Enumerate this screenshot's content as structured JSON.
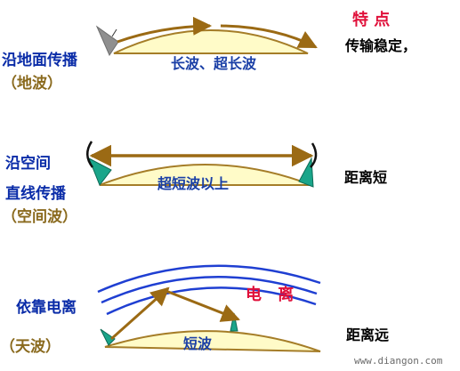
{
  "title": "特 点",
  "rows": [
    {
      "id": "ground",
      "method_lines": [
        "沿地面传播"
      ],
      "bracket_label": "（地波）",
      "wave_label": "长波、超长波",
      "characteristic": "传输稳定，"
    },
    {
      "id": "space",
      "method_lines": [
        "沿空间",
        "直线传播"
      ],
      "bracket_label": "（空间波）",
      "wave_label": "超短波以上",
      "characteristic": "距离短"
    },
    {
      "id": "sky",
      "method_lines": [
        "依靠电离"
      ],
      "bracket_label": "（天波）",
      "wave_label": "短波",
      "layer_label": "电 离",
      "characteristic": "距离远"
    }
  ],
  "watermark": "www.diangon.com",
  "colors": {
    "earth_fill": "#fffbc8",
    "earth_stroke": "#a57d28",
    "arrow": "#9b6a14",
    "ionosphere": "#1f3fd2",
    "antenna": "#1aa58a",
    "ground_antenna": "#8f8f8f",
    "label_blue": "#0a2ca8",
    "label_olive": "#8a6a1e",
    "title_red": "#e0103a"
  }
}
